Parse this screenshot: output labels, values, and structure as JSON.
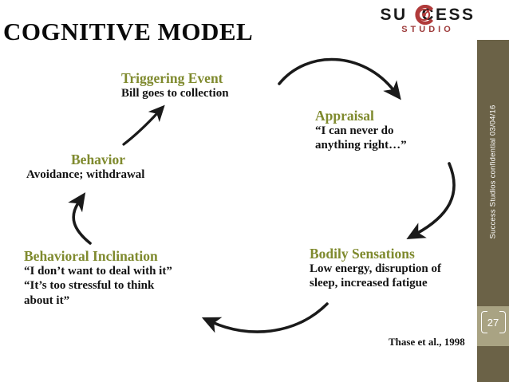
{
  "slide": {
    "title": "COGNITIVE MODEL",
    "citation": "Thase et al., 1998",
    "page_number": "27",
    "sidebar_text": "Success Studios confidential   03/04/16",
    "colors": {
      "heading_olive": "#7f8a2e",
      "sidebar_olive": "#6b6247",
      "sidebar_band": "#a9a383",
      "logo_red": "#9e3c3c",
      "body_black": "#121212"
    }
  },
  "logo": {
    "word_before": "SU",
    "word_hidden_c": "C",
    "word_after": "CESS",
    "subtitle": "STUDIO"
  },
  "blocks": {
    "triggering_event": {
      "heading": "Triggering Event",
      "line1": "Bill goes to collection"
    },
    "behavior": {
      "heading": "Behavior",
      "line1": "Avoidance; withdrawal"
    },
    "appraisal": {
      "heading": "Appraisal",
      "line1": "“I can never do",
      "line2": "anything right…”"
    },
    "bodily_sensations": {
      "heading": "Bodily Sensations",
      "line1": "Low energy, disruption of",
      "line2": "sleep, increased fatigue"
    },
    "behavioral_inclination": {
      "heading": "Behavioral Inclination",
      "line1": "“I don’t want to deal with it”",
      "line2": "“It’s too stressful to think",
      "line3": "about it”"
    }
  }
}
